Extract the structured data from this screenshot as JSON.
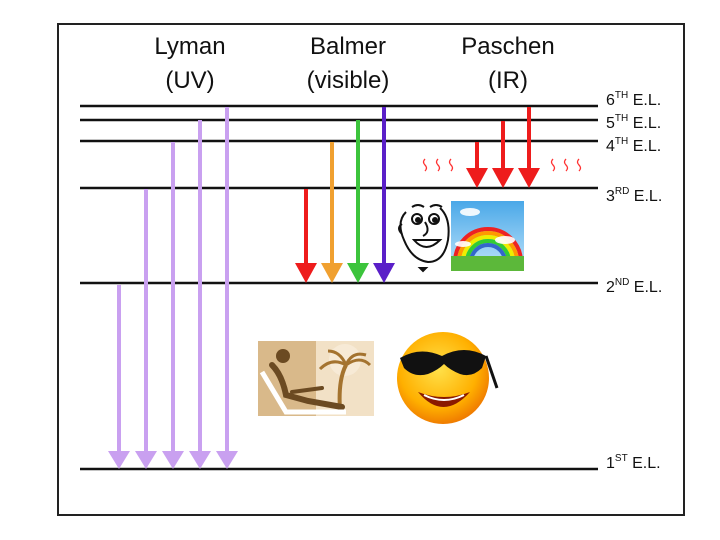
{
  "series": {
    "lyman": {
      "line1": "Lyman",
      "line2": "(UV)"
    },
    "balmer": {
      "line1": "Balmer",
      "line2": "(visible)"
    },
    "paschen": {
      "line1": "Paschen",
      "line2": "(IR)"
    }
  },
  "levels": [
    {
      "num": "6",
      "ord": "TH",
      "suffix": " E.L."
    },
    {
      "num": "5",
      "ord": "TH",
      "suffix": " E.L."
    },
    {
      "num": "4",
      "ord": "TH",
      "suffix": " E.L."
    },
    {
      "num": "3",
      "ord": "RD",
      "suffix": " E.L."
    },
    {
      "num": "2",
      "ord": "ND",
      "suffix": " E.L."
    },
    {
      "num": "1",
      "ord": "ST",
      "suffix": " E.L."
    }
  ],
  "colors": {
    "uv": "#c9a0f0",
    "red": "#ee1c1c",
    "orange": "#f0a030",
    "green": "#3cc43c",
    "violet": "#5a1fc8",
    "wavy_ir": "#ff3030"
  },
  "illustrations": [
    "cartoon-face-icon",
    "rainbow-icon",
    "sunbathing-person-icon",
    "sun-with-sunglasses-icon"
  ]
}
